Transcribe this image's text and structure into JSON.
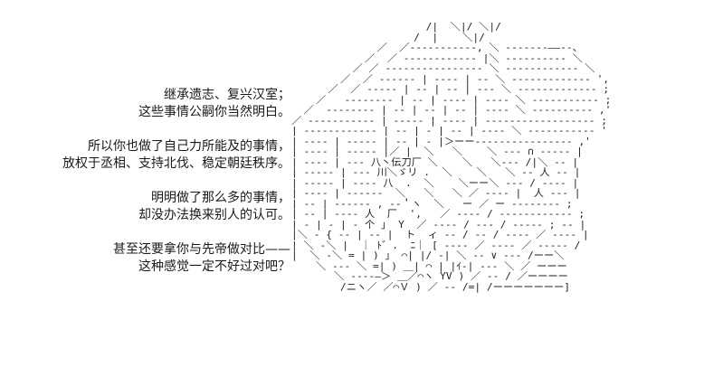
{
  "scene": {
    "background_color": "#ffffff",
    "text_color": "#1a1a1a",
    "art_color": "#222222"
  },
  "dialogue": {
    "name": "narration",
    "blocks": [
      {
        "lines": [
          "继承遗志、复兴汉室；",
          "这些事情公嗣你当然明白。"
        ]
      },
      {
        "lines": [
          "所以你也做了自己力所能及的事情，",
          "放权于丞相、支持北伐、稳定朝廷秩序。"
        ]
      },
      {
        "lines": [
          "明明做了那么多的事情，",
          "却没办法换来别人的认可。"
        ]
      },
      {
        "lines": [
          "甚至还要拿你与先帝做对比——",
          "这种感觉一定不好过对吧？"
        ]
      }
    ]
  },
  "ascii_art": {
    "name": "character-portrait-aa",
    "description": "monospace ASCII art portrait of a seated figure",
    "content": "                      /|  ＼|/ ＼|/            \n                    /  |    ＼|/                \n              ／  ／-----------, ＼ -------――--、\n            ／  ／ ------------ |＼ ---------- ＼\n          ／ ／ ---------------- ＼ ------------ ＼\n        ／  ／ ------ | ---- | -- ＼ ------------- ',\n      ／  ／ ----- | -- | -- | --- ＼ ------------- ;\n    ／   -------- | -- | ---- | ---- ＼ ----------- ;\n  ／  -------- | -- | -- | -- | ---- ＼ ---------- ,'\n／ ----------- | ----- | ---- | ------------------ ;\n| ------------ | -- | - | -- | ---- ＼ ----------- '\n| ---- | ----- | -- | - |＞ーー‐--------------- ,'\n| ---- | ----- |／ |  ＼   ＼    ＼ --- ∩ ----- |\n| ---- | --- 八丶伝刀厂 ＼    ＼   ＼--- /|＼ -- |\n| ----- | --- 川＼ゞリ .  ＼    ＼   ＼ -- 人 -- |\n| ----- | ---- 八  .  ＼    ＼ーー＼ --- / ---- |\n| ---- | ------  ＼   ＼   ＼ ／ ---- |  人 --- |\n| -- | ------ , -‐＇ヽ  ＼   ー ／ ー -------- ;\n| -- | ---- 人  厂  ',   ／ ---- / ------------ ;\n| - | - | - 个 ｣  Y  ／ ---- / --- / ----- ; -- |\n|＼ - { -- | -- |  ト  ィ -- / -- / ---- ／ ---- |\n| ＼ -＼ |  ｜ ﾄ゛.  ﾆ｜ [ ---- ／ ---- ／ ----- /\n|  ＼ -＼ = | ) 」 ⌒| |/ -| ＼ -- ∨ --- /ーー＼\n    ＼ --- ＼ =| ) ＿| ⌒ | |ｲ‐| --- ＼ ／ ーーー\n       ＼ ----―＞ ＿／⌒ヽ ΥV ) ／ -- / ／ーーーー\n        /ニヽ／ ／⌒Ｖ ) ／ -- /=| /ーーーーーーー]"
  }
}
